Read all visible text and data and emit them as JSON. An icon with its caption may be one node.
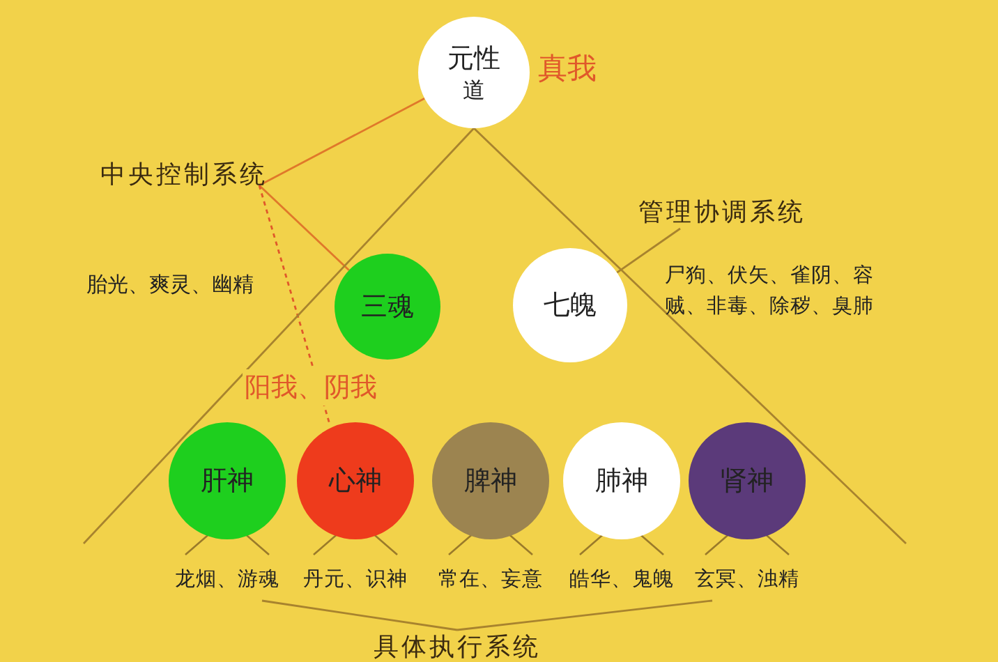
{
  "diagram": {
    "nodes": [
      {
        "text": [
          "元性",
          "道"
        ],
        "beside": [
          "真我"
        ]
      },
      {
        "text": [
          "中央控制系统"
        ]
      },
      {
        "text": [
          "管理协调系统"
        ]
      },
      {
        "text": [
          "三魂"
        ],
        "beside": [
          "胎光、爽灵、幽精"
        ]
      },
      {
        "text": [
          "七魄"
        ],
        "beside": [
          "尸狗、伏矢、雀阴、容贼、非毒、除秽、臭肺"
        ]
      },
      {
        "text": [
          "肝神"
        ],
        "beside": [
          "龙烟、游魂"
        ]
      },
      {
        "text": [
          "心神"
        ],
        "beside": [
          "丹元、识神"
        ]
      },
      {
        "text": [
          "脾神"
        ],
        "beside": [
          "常在、妄意"
        ]
      },
      {
        "text": [
          "肺神"
        ],
        "beside": [
          "皓华、鬼魄"
        ]
      },
      {
        "text": [
          "肾神"
        ],
        "beside": [
          "玄冥、浊精"
        ]
      },
      {
        "text": [
          "具体执行系统"
        ]
      }
    ],
    "edges": [
      {
        "from": 1,
        "to": 0,
        "arrow": "none",
        "color": "#e0782a"
      },
      {
        "from": 1,
        "to": 3,
        "arrow": "none",
        "color": "#e0782a"
      },
      {
        "from": 1,
        "to": 6,
        "arrow": "none",
        "style": "dashed",
        "color": "#e0582a",
        "label": "阳我、阴我"
      },
      {
        "from": 0,
        "to": null,
        "arrow": "none"
      },
      {
        "from": 0,
        "to": null,
        "arrow": "none"
      },
      {
        "from": 2,
        "to": 4,
        "arrow": "none"
      },
      {
        "from": 5,
        "to": 10,
        "arrow": "none"
      },
      {
        "from": 9,
        "to": 10,
        "arrow": "none"
      }
    ]
  }
}
